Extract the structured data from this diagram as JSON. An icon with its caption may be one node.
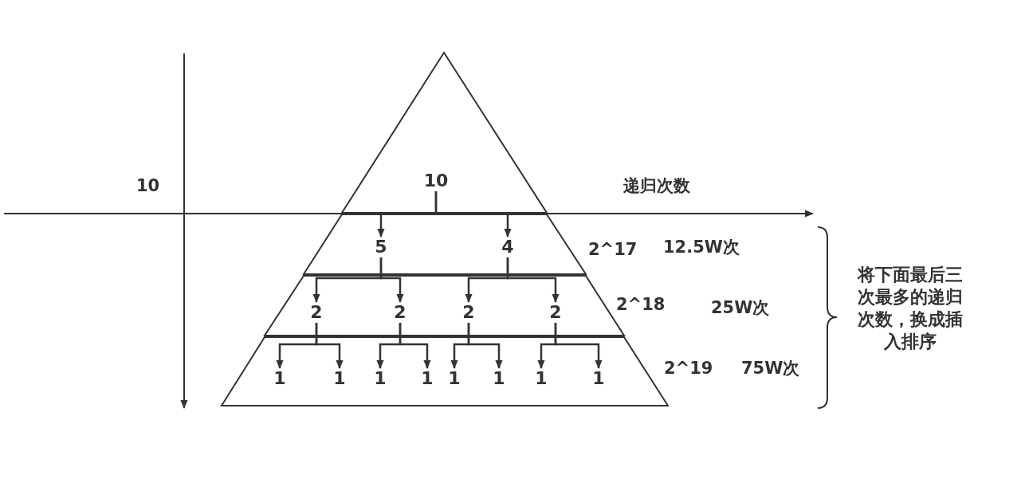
{
  "diagram": {
    "nodes": [
      {
        "text": [],
        "shape": "triangle"
      },
      {
        "text": [
          "10"
        ],
        "in": 0
      },
      {
        "text": [],
        "shape": "trapezoid",
        "beside": [
          "2^17",
          "12.5W次"
        ]
      },
      {
        "text": [
          "5"
        ],
        "in": 2
      },
      {
        "text": [
          "4"
        ],
        "in": 2
      },
      {
        "text": [],
        "shape": "trapezoid",
        "beside": [
          "2^18",
          "25W次"
        ]
      },
      {
        "text": [
          "2"
        ],
        "in": 5
      },
      {
        "text": [
          "2"
        ],
        "in": 5
      },
      {
        "text": [
          "2"
        ],
        "in": 5
      },
      {
        "text": [
          "2"
        ],
        "in": 5
      },
      {
        "text": [],
        "shape": "trapezoid",
        "beside": [
          "2^19",
          "75W次"
        ]
      },
      {
        "text": [
          "1"
        ],
        "in": 10
      },
      {
        "text": [
          "1"
        ],
        "in": 10
      },
      {
        "text": [
          "1"
        ],
        "in": 10
      },
      {
        "text": [
          "1"
        ],
        "in": 10
      },
      {
        "text": [
          "1"
        ],
        "in": 10
      },
      {
        "text": [
          "1"
        ],
        "in": 10
      },
      {
        "text": [
          "1"
        ],
        "in": 10
      },
      {
        "text": [
          "1"
        ],
        "in": 10
      }
    ],
    "edges": [
      {
        "from": 1,
        "to": 3,
        "arrow": "to"
      },
      {
        "from": 1,
        "to": 4,
        "arrow": "to"
      },
      {
        "from": 3,
        "to": 6,
        "arrow": "to"
      },
      {
        "from": 3,
        "to": 7,
        "arrow": "to"
      },
      {
        "from": 4,
        "to": 8,
        "arrow": "to"
      },
      {
        "from": 4,
        "to": 9,
        "arrow": "to"
      },
      {
        "from": 6,
        "to": 11,
        "arrow": "to"
      },
      {
        "from": 6,
        "to": 12,
        "arrow": "to"
      },
      {
        "from": 7,
        "to": 13,
        "arrow": "to"
      },
      {
        "from": 7,
        "to": 14,
        "arrow": "to"
      },
      {
        "from": 8,
        "to": 15,
        "arrow": "to"
      },
      {
        "from": 8,
        "to": 16,
        "arrow": "to"
      },
      {
        "from": 9,
        "to": 17,
        "arrow": "to"
      },
      {
        "from": 9,
        "to": 18,
        "arrow": "to"
      }
    ],
    "labels": [
      "10",
      "递归次数",
      "将下面最后三次最多的递归次数，换成插入排序"
    ]
  }
}
